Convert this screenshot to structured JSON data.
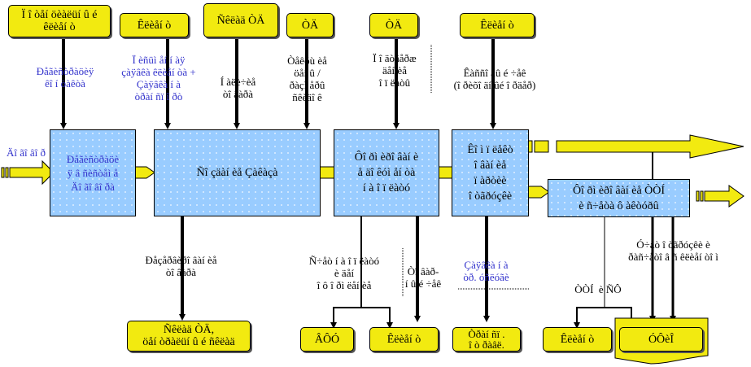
{
  "top_sources": [
    {
      "id": "s1",
      "label": "Ï î òåí öèàëüí û é\nêëèåí ò"
    },
    {
      "id": "s2",
      "label": "Êëèåí ò"
    },
    {
      "id": "s3",
      "label": "Ñêëàä ÒÄ"
    },
    {
      "id": "s4",
      "label": "ÒÄ"
    },
    {
      "id": "s5",
      "label": "ÒÄ"
    },
    {
      "id": "s6",
      "label": "Êëèåí ò"
    }
  ],
  "top_labels": [
    {
      "id": "t1",
      "text": "Ðåãèñòðàöèÿ\nêî í òàêòà",
      "color": "blue"
    },
    {
      "id": "t2",
      "text": "Ï èñüì åí í àÿ\nçàÿâêà êëèåí òà +\nÇàÿâêà í à\nòðàí ñï î ðò",
      "color": "blue"
    },
    {
      "id": "t3",
      "text": "Í àëè÷èå\nòî âàðà",
      "color": "black"
    },
    {
      "id": "t4",
      "text": "Òåêóù èå\nöåí û /\nðàçì åðû\nñêèäî ê",
      "color": "black"
    },
    {
      "id": "t5",
      "text": "Ï î äòâåðæ\näåí èå\nî ï ëàòû",
      "color": "black"
    },
    {
      "id": "t6",
      "text": "Êàññî âû é ÷åê\n(î ðèõî äí ûé î ðäåð)",
      "color": "black"
    }
  ],
  "input_label": "Äî ãî âî ð",
  "process_boxes": [
    {
      "id": "p1",
      "label": "Ðåãèñòðàöè\nÿ â ñèñòåì å\nÄî ãî âî ðà",
      "color": "blue"
    },
    {
      "id": "p2",
      "label": "Ñî çäàí èå Çàêàçà",
      "color": "black"
    },
    {
      "id": "p3",
      "label": "Ôî ðì èðî âàí è\nå äî êóì åí òà\ní à î ï ëàòó",
      "color": "black"
    },
    {
      "id": "p4",
      "label": "Êî ì ï ëåêò\nî âàí èå\nï àðòèè\nî òãðóçêè",
      "color": "black"
    },
    {
      "id": "p5",
      "label": "Ôî ðì èðî âàí èå ÒÒÍ\nè ñ÷åòà ô àêòóðû",
      "color": "black"
    }
  ],
  "bottom_labels": [
    {
      "id": "b1",
      "text": "Ðåçåðâèðî âàí èå\nòî âàðà",
      "color": "black"
    },
    {
      "id": "b2",
      "text": "Ñ÷åò í à î ï ëàòó\nè äåí\nî ô î ðì ëåí èå",
      "color": "black"
    },
    {
      "id": "b3",
      "text": "Òî âàð-\ní û é ÷åê",
      "color": "black"
    },
    {
      "id": "b4",
      "text": "Çàÿâêà í à\nòð. óñëóãè",
      "color": "blue"
    },
    {
      "id": "b5",
      "text": "Ó÷åò î òãðóçêè è\nðàñ÷åòî â ñ êëèåí òî ì",
      "color": "black"
    },
    {
      "id": "b6",
      "text": "ÒÒÍ  è ÑÔ",
      "color": "black"
    }
  ],
  "bottom_sinks": [
    {
      "id": "k1",
      "label": "Ñêëàä ÒÄ,\nöåí òðàëüí û é ñêëàä"
    },
    {
      "id": "k2",
      "label": "ÂÔÓ"
    },
    {
      "id": "k3",
      "label": "Êëèåí ò"
    },
    {
      "id": "k4",
      "label": "Òðàí ñï .\nî ò ðàâë."
    },
    {
      "id": "k5",
      "label": "Êëèåí ò"
    },
    {
      "id": "k6",
      "label": "ÓÔèÎ"
    }
  ],
  "colors": {
    "yellow": "#f2ea10",
    "blue_box": "#99ccff",
    "blue_text": "#3333cc",
    "line": "#000000"
  }
}
